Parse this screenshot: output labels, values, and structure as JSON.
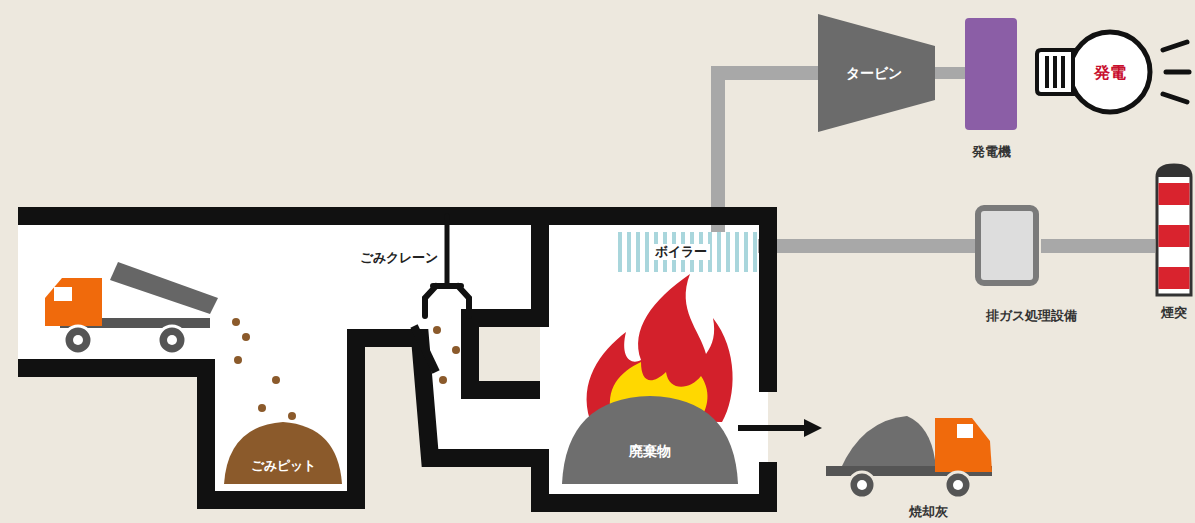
{
  "diagram": {
    "nodes": [
      {
        "text": [
          "タービン"
        ]
      },
      {
        "text": [
          "発電機"
        ]
      },
      {
        "text": [
          "発電"
        ]
      },
      {
        "text": [
          "ボイラー"
        ]
      },
      {
        "text": [
          "排ガス処理設備"
        ]
      },
      {
        "text": [
          "煙突"
        ]
      },
      {
        "text": [
          "ごみピット"
        ]
      },
      {
        "text": [
          "廃棄物"
        ]
      },
      {
        "text": [
          "焼却灰"
        ]
      }
    ],
    "edges": [
      {
        "from": 3,
        "to": 0,
        "arrow": "none"
      },
      {
        "from": 0,
        "to": 1,
        "arrow": "none"
      },
      {
        "from": 3,
        "to": 4,
        "arrow": "none"
      },
      {
        "from": 4,
        "to": 5,
        "arrow": "none"
      },
      {
        "from": 7,
        "to": 8,
        "arrow": "to"
      }
    ],
    "labels": [
      "ごみクレーン"
    ]
  }
}
